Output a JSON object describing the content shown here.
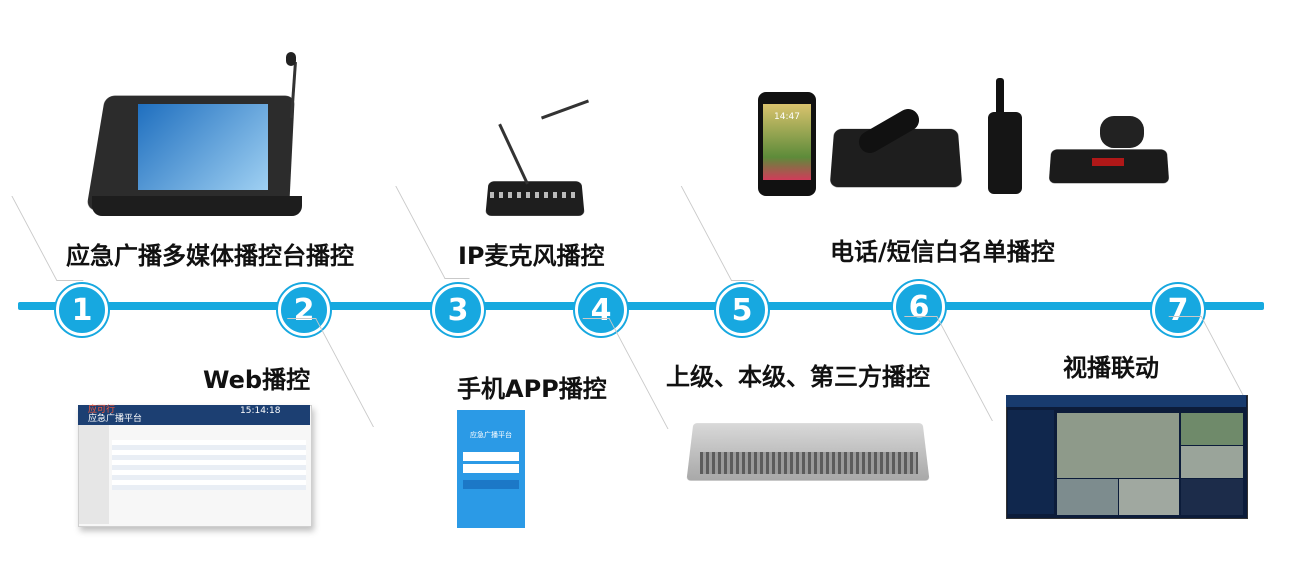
{
  "nodes": [
    {
      "number": "1"
    },
    {
      "number": "2"
    },
    {
      "number": "3"
    },
    {
      "number": "4"
    },
    {
      "number": "5"
    },
    {
      "number": "6"
    },
    {
      "number": "7"
    }
  ],
  "labels": {
    "console": "应急广播多媒体播控台播控",
    "ip_mic": "IP麦克风播控",
    "phone_sms": "电话/短信白名单播控",
    "web": "Web播控",
    "app": "手机APP播控",
    "tiers": "上级、本级、第三方播控",
    "video": "视播联动"
  },
  "web_screenshot": {
    "title_line1": "应可行",
    "title_line2": "应急广播平台",
    "time": "15:14:18"
  },
  "app_screenshot": {
    "title": "应急广播平台"
  },
  "phone_screen": {
    "time": "14:47"
  },
  "colors": {
    "accent": "#16a9df"
  }
}
